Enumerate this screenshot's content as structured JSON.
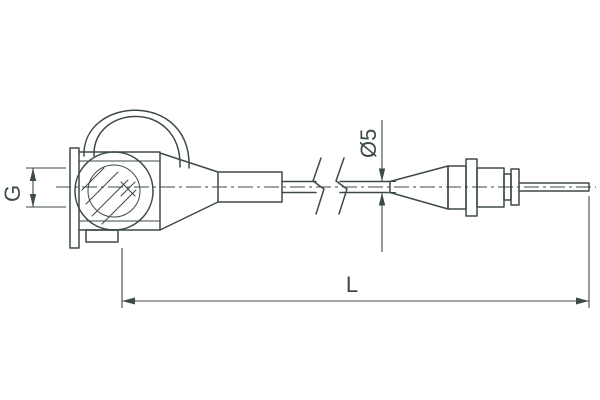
{
  "style": {
    "background_color": "#ffffff",
    "line_color": "#3e4a46"
  },
  "labels": {
    "thread": "G",
    "diameter": "Ø5",
    "length": "L"
  }
}
